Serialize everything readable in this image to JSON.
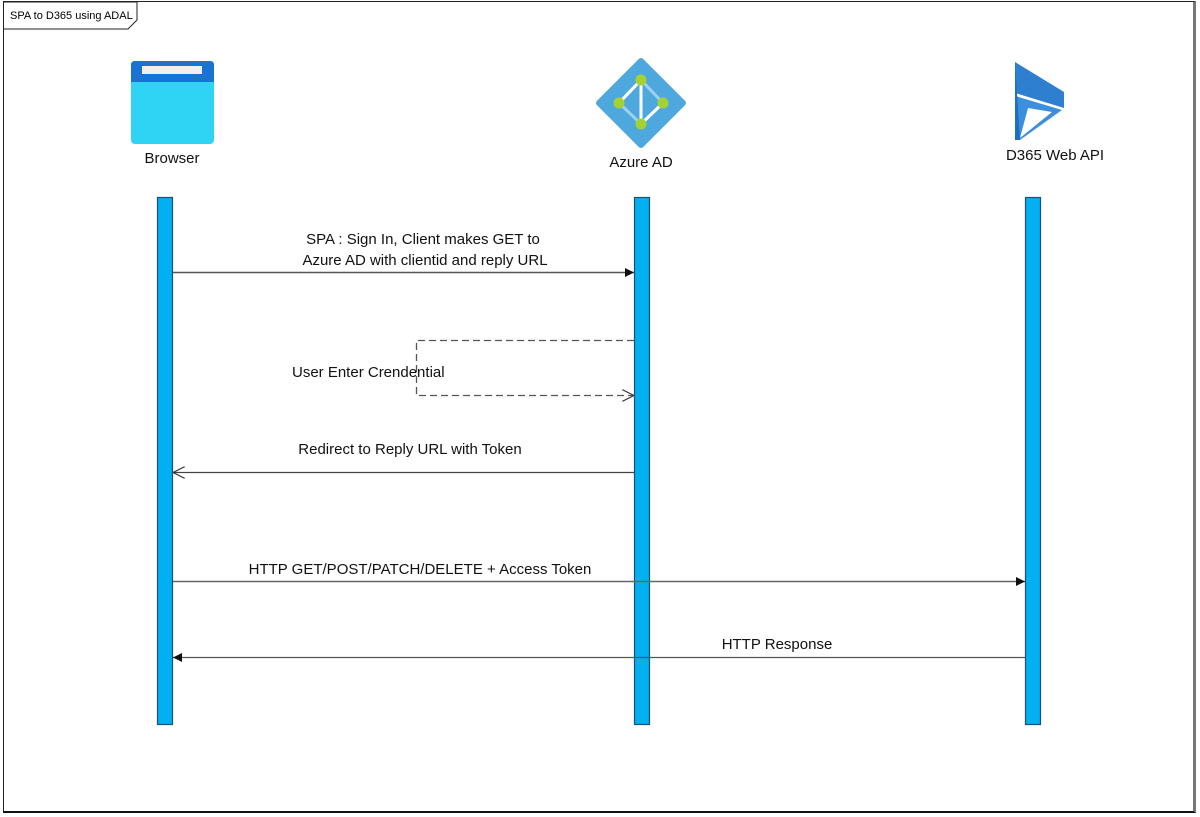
{
  "frame": {
    "title": "SPA to D365 using ADAL"
  },
  "colors": {
    "lifeline_fill": "#00b0f0",
    "lifeline_stroke": "#1f4e79",
    "message_line": "#555555",
    "browser_header": "#1a73d0",
    "browser_body": "#2fd3f4",
    "azure_diamond": "#4fa8dd",
    "azure_node": "#a4d233",
    "d365_blue": "#3b8fdc"
  },
  "participants": [
    {
      "id": "browser",
      "label": "Browser",
      "icon": "browser-window-icon"
    },
    {
      "id": "azure",
      "label": "Azure AD",
      "icon": "azure-ad-icon"
    },
    {
      "id": "d365",
      "label": "D365 Web API",
      "icon": "dynamics-365-icon"
    }
  ],
  "messages": [
    {
      "from": "browser",
      "to": "azure",
      "style": "solid",
      "arrow": "filled",
      "lines": [
        "SPA : Sign In, Client makes GET to",
        "Azure AD with clientid and reply URL"
      ]
    },
    {
      "from": "azure",
      "to": "azure",
      "style": "dashed",
      "arrow": "open",
      "self": true,
      "lines": [
        "User Enter Crendential"
      ]
    },
    {
      "from": "azure",
      "to": "browser",
      "style": "solid",
      "arrow": "open",
      "lines": [
        "Redirect to Reply URL with Token"
      ]
    },
    {
      "from": "browser",
      "to": "d365",
      "style": "solid",
      "arrow": "filled",
      "lines": [
        "HTTP GET/POST/PATCH/DELETE + Access Token"
      ]
    },
    {
      "from": "d365",
      "to": "browser",
      "style": "solid",
      "arrow": "filled",
      "lines": [
        "HTTP Response"
      ]
    }
  ]
}
